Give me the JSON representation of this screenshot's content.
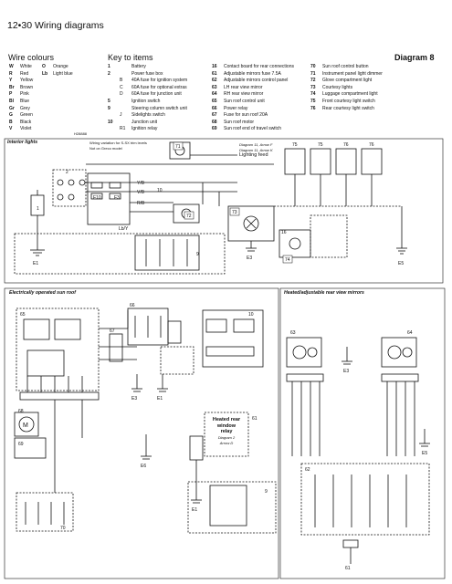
{
  "page_header": "12•30 Wiring diagrams",
  "wire_colours": {
    "title": "Wire colours",
    "items": [
      {
        "code": "W",
        "name": "White",
        "code2": "O",
        "name2": "Orange"
      },
      {
        "code": "R",
        "name": "Red",
        "code2": "Lb",
        "name2": "Light blue"
      },
      {
        "code": "Y",
        "name": "Yellow",
        "code2": "",
        "name2": ""
      },
      {
        "code": "Br",
        "name": "Brown",
        "code2": "",
        "name2": ""
      },
      {
        "code": "P",
        "name": "Pink",
        "code2": "",
        "name2": ""
      },
      {
        "code": "Bl",
        "name": "Blue",
        "code2": "",
        "name2": ""
      },
      {
        "code": "Gr",
        "name": "Grey",
        "code2": "",
        "name2": ""
      },
      {
        "code": "G",
        "name": "Green",
        "code2": "",
        "name2": ""
      },
      {
        "code": "B",
        "name": "Black",
        "code2": "",
        "name2": ""
      },
      {
        "code": "V",
        "name": "Violet",
        "code2": "",
        "name2": ""
      }
    ]
  },
  "key": {
    "title": "Key to items",
    "col1": [
      {
        "num": "1",
        "sub": "",
        "text": "Battery"
      },
      {
        "num": "2",
        "sub": "",
        "text": "Power fuse box"
      },
      {
        "num": "",
        "sub": "B",
        "text": "40A fuse for ignition system"
      },
      {
        "num": "",
        "sub": "C",
        "text": "60A fuse for optional extras"
      },
      {
        "num": "",
        "sub": "D",
        "text": "60A fuse for junction unit"
      },
      {
        "num": "5",
        "sub": "",
        "text": "Ignition switch"
      },
      {
        "num": "9",
        "sub": "",
        "text": "Steering column switch unit"
      },
      {
        "num": "",
        "sub": "J",
        "text": "Sidelights switch"
      },
      {
        "num": "10",
        "sub": "",
        "text": "Junction unit"
      },
      {
        "num": "",
        "sub": "R1",
        "text": "Ignition relay"
      }
    ],
    "col2": [
      {
        "num": "16",
        "text": "Contact board for rear connections"
      },
      {
        "num": "61",
        "text": "Adjustable mirrors fuse 7.5A"
      },
      {
        "num": "62",
        "text": "Adjustable mirrors control panel"
      },
      {
        "num": "63",
        "text": "LH rear view mirror"
      },
      {
        "num": "64",
        "text": "RH rear view mirror"
      },
      {
        "num": "65",
        "text": "Sun roof control unit"
      },
      {
        "num": "66",
        "text": "Power relay"
      },
      {
        "num": "67",
        "text": "Fuse for sun roof 20A"
      },
      {
        "num": "68",
        "text": "Sun roof motor"
      },
      {
        "num": "69",
        "text": "Sun roof end of travel switch"
      }
    ],
    "col3": [
      {
        "num": "70",
        "text": "Sun roof control button"
      },
      {
        "num": "71",
        "text": "Instrument panel light dimmer"
      },
      {
        "num": "72",
        "text": "Glove compartment light"
      },
      {
        "num": "73",
        "text": "Courtesy lights"
      },
      {
        "num": "74",
        "text": "Luggage compartment light"
      },
      {
        "num": "75",
        "text": "Front courtesy light switch"
      },
      {
        "num": "76",
        "text": "Rear courtesy light switch"
      }
    ]
  },
  "diagram_title": "Diagram 8",
  "stamp_code": "H28888",
  "sections": {
    "interior": "Interior lights",
    "sunroof": "Electrically operated sun roof",
    "mirrors": "Heated/adjustable rear view mirrors"
  },
  "notes": {
    "note1": "Wiring variation for S-SX trim levels",
    "note2": "Not on Greco model",
    "ref1": "Diagram 11, Arrow F",
    "ref2": "Diagram 11, Arrow K",
    "feed": "Lighting feed",
    "heated_title": "Heated rear",
    "heated_l2": "window",
    "heated_l3": "relay",
    "heated_ref": "Diagram 2",
    "heated_arrow": "Arrow D"
  },
  "labels": {
    "earths": [
      "E1",
      "E3",
      "E5",
      "E6"
    ],
    "fuses": [
      "F10",
      "F3",
      "F1",
      "F5"
    ],
    "wire_tags": [
      "Y/B",
      "V/B",
      "R/B",
      "Lb/Y"
    ],
    "components": [
      "1",
      "2",
      "5",
      "9",
      "10",
      "16",
      "61",
      "62",
      "63",
      "64",
      "65",
      "66",
      "67",
      "68",
      "69",
      "70",
      "71",
      "72",
      "73",
      "74",
      "75",
      "76"
    ]
  }
}
